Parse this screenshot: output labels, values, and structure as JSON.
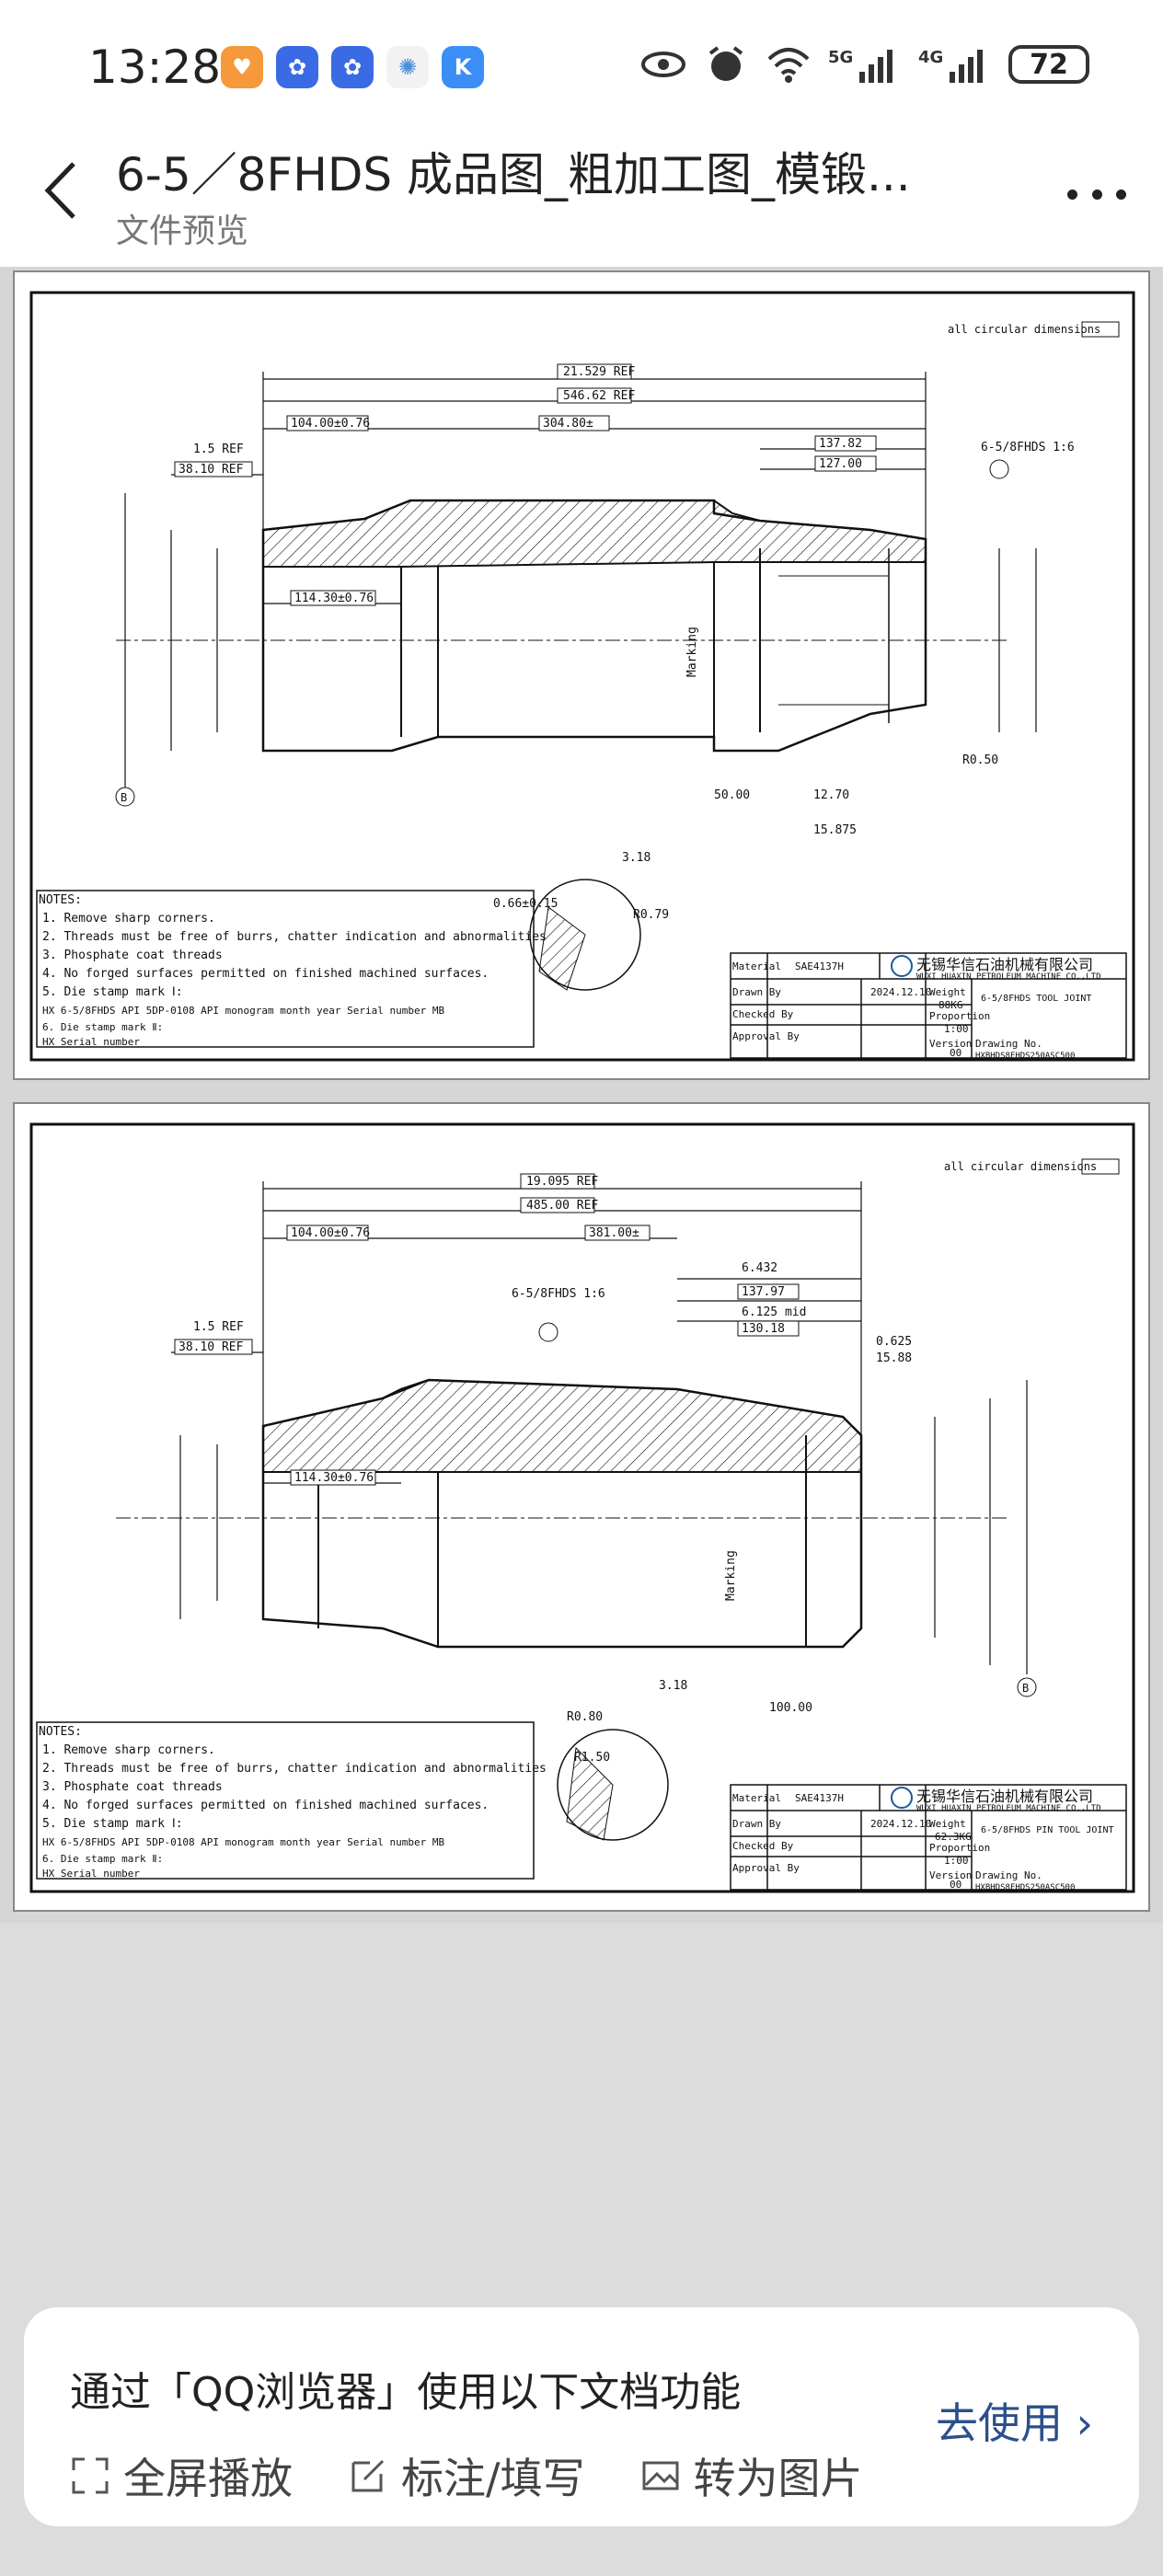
{
  "status_bar": {
    "time": "13:28",
    "network_5g": "5G",
    "network_4g": "4G",
    "battery": "72",
    "app_icons": [
      "heart-app-icon",
      "baidu-app-icon",
      "baidu-app-icon-2",
      "pinwheel-app-icon",
      "k-app-icon"
    ]
  },
  "header": {
    "title": "6-5／8FHDS  成品图_粗加工图_模锻...",
    "subtitle": "文件预览"
  },
  "drawing1": {
    "note_header": "NOTES:",
    "notes": [
      "1. Remove sharp corners.",
      "2. Threads must be free of burrs, chatter indication and abnormalities",
      "3. Phosphate coat threads",
      "4. No forged surfaces permitted on finished machined surfaces.",
      "5. Die stamp mark Ⅰ:",
      "    HX 6-5/8FHDS API 5DP-0108 API monogram month year Serial number MB",
      "6. Die stamp mark Ⅱ:",
      "    HX Serial number"
    ],
    "dims": {
      "ref1": "21.529 REF",
      "ref2": "546.62 REF",
      "d1": "104.00±0.76",
      "d2": "304.80±",
      "d3": "137.82",
      "d4": "127.00",
      "d5": "38.10 REF",
      "d6": "1.5 REF",
      "d7": "114.30±0.76",
      "d8": "50.00",
      "d9": "12.70",
      "d10": "15.875",
      "d11": "3.18",
      "d12": "R0.79",
      "d13": "0.66±0.15",
      "d14": "R0.50",
      "label_detail": "6-5/8FHDS  1:6",
      "marking": "Marking",
      "circ": "all circular dimensions",
      "b": "B"
    },
    "title_block": {
      "company_cn": "无锡华信石油机械有限公司",
      "company_en": "WUXI HUAXIN PETROLEUM MACHINE CO.,LTD",
      "material_label": "Material",
      "material": "SAE4137H",
      "drawn_label": "Drawn By",
      "checked_label": "Checked By",
      "approval_label": "Approval By",
      "weight_label": "Weight",
      "weight": "88KG",
      "proportion_label": "Proportion",
      "proportion": "1:00",
      "version_label": "Version",
      "version": "00",
      "drawing_no_label": "Drawing No.",
      "drawing_no": "HXBHDS8FHDS250ASC500",
      "part": "6-5/8FHDS TOOL JOINT",
      "date": "2024.12.10"
    }
  },
  "drawing2": {
    "note_header": "NOTES:",
    "notes": [
      "1. Remove sharp corners.",
      "2. Threads must be free of burrs, chatter indication and abnormalities",
      "3. Phosphate coat threads",
      "4. No forged surfaces permitted on finished machined surfaces.",
      "5. Die stamp mark Ⅰ:",
      "    HX 6-5/8FHDS API 5DP-0108 API monogram month year Serial number MB",
      "6. Die stamp mark Ⅱ:",
      "    HX Serial number"
    ],
    "dims": {
      "ref1": "19.095 REF",
      "ref2": "485.00 REF",
      "d1": "104.00±0.76",
      "d2": "381.00±",
      "d3": "137.97",
      "d4": "130.18",
      "d5": "38.10 REF",
      "d6": "1.5 REF",
      "d7": "114.30±0.76",
      "d8": "100.00",
      "d9": "3.18",
      "d10": "15.88",
      "d11": "R0.80",
      "d12": "R1.50",
      "label_detail": "6-5/8FHDS  1:6",
      "marking": "Marking",
      "circ": "all circular dimensions",
      "b": "B",
      "mid": "6.125 mid",
      "d13": "0.625",
      "d14": "6.432"
    },
    "title_block": {
      "company_cn": "无锡华信石油机械有限公司",
      "company_en": "WUXI HUAXIN PETROLEUM MACHINE CO.,LTD",
      "material_label": "Material",
      "material": "SAE4137H",
      "drawn_label": "Drawn By",
      "checked_label": "Checked By",
      "approval_label": "Approval By",
      "weight_label": "Weight",
      "weight": "62.3KG",
      "proportion_label": "Proportion",
      "proportion": "1:00",
      "version_label": "Version",
      "version": "00",
      "drawing_no_label": "Drawing No.",
      "drawing_no": "HXBHDS8FHDS250ASC500",
      "part": "6-5/8FHDS PIN TOOL JOINT",
      "date": "2024.12.10"
    }
  },
  "promo": {
    "title": "通过「QQ浏览器」使用以下文档功能",
    "go": "去使用",
    "actions": [
      "全屏播放",
      "标注/填写",
      "转为图片"
    ]
  }
}
